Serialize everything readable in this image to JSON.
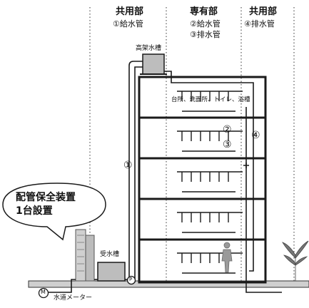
{
  "headers": {
    "common_left": {
      "title": "共用部",
      "items": [
        "①給水管"
      ]
    },
    "private": {
      "title": "専有部",
      "items": [
        "②給水管",
        "③排水管"
      ]
    },
    "common_right": {
      "title": "共用部",
      "items": [
        "④排水管"
      ]
    }
  },
  "labels": {
    "elevated_tank": "高架水槽",
    "fixtures": "台所、洗面所、トイレ、浴槽",
    "receiving_tank": "受水槽",
    "water_meter": "水道メーター",
    "meter_symbol": "M",
    "pump_symbol": "P"
  },
  "callout": {
    "lines": [
      "配管保全装置",
      "1台設置"
    ]
  },
  "markers": {
    "m1": "①",
    "m2": "②",
    "m3": "③",
    "m4": "④"
  },
  "colors": {
    "line": "#1a1a1a",
    "fill": "#d9d9d9",
    "bg": "#ffffff"
  }
}
